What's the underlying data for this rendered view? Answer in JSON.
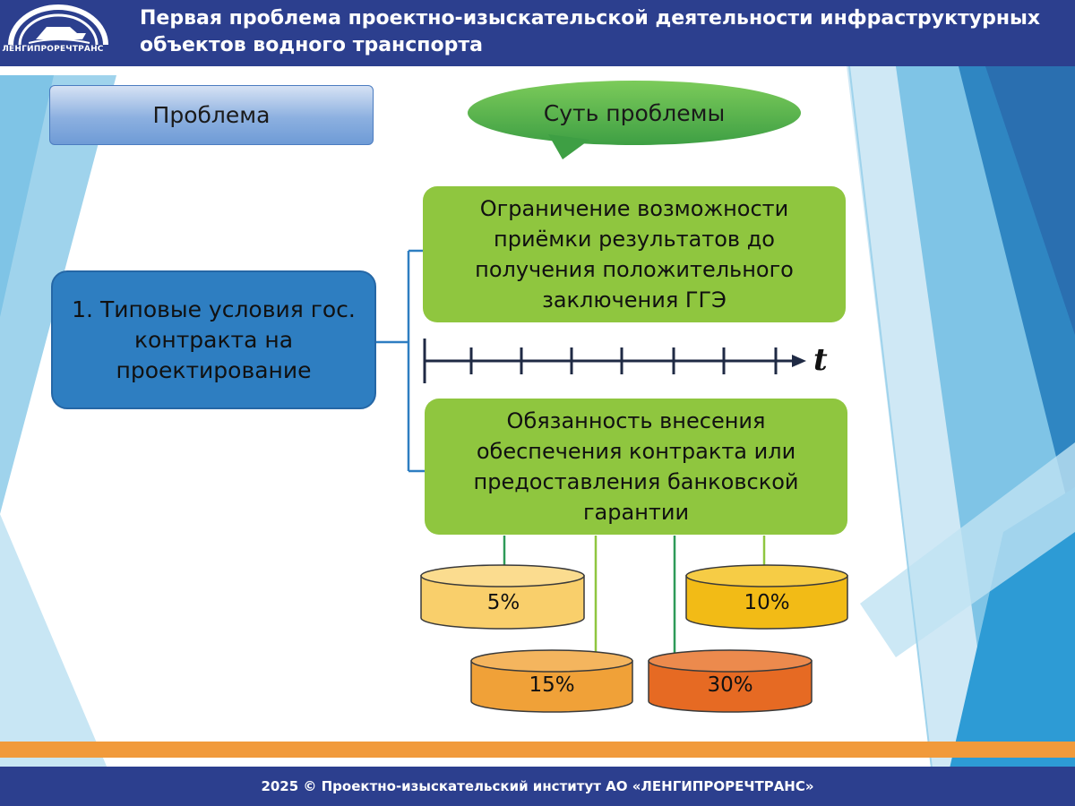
{
  "header": {
    "logo_text": "ЛЕНГИПРОРЕЧТРАНС",
    "title": "Первая проблема проектно-изыскательской деятельности инфраструктурных объектов водного транспорта"
  },
  "labels": {
    "problem": "Проблема",
    "essence": "Суть проблемы"
  },
  "main_box": "1. Типовые условия гос. контракта на проектирование",
  "green_boxes": [
    "Ограничение возможности приёмки результатов до получения положительного заключения ГГЭ",
    "Обязанность внесения обеспечения контракта или предоставления банковской гарантии"
  ],
  "axis_label": "t",
  "cylinders": [
    {
      "label": "5%",
      "color": "#f9cf6b"
    },
    {
      "label": "10%",
      "color": "#f2bb16"
    },
    {
      "label": "15%",
      "color": "#f0a138"
    },
    {
      "label": "30%",
      "color": "#e66a23"
    }
  ],
  "footer": "2025 © Проектно-изыскательский институт АО «ЛЕНГИПРОРЕЧТРАНС»",
  "colors": {
    "header": "#2c3f8e",
    "green": "#8fc63f",
    "blue_box": "#2e7ec1",
    "bubble": "#4cae4f",
    "orange_bar": "#f19a3b"
  }
}
